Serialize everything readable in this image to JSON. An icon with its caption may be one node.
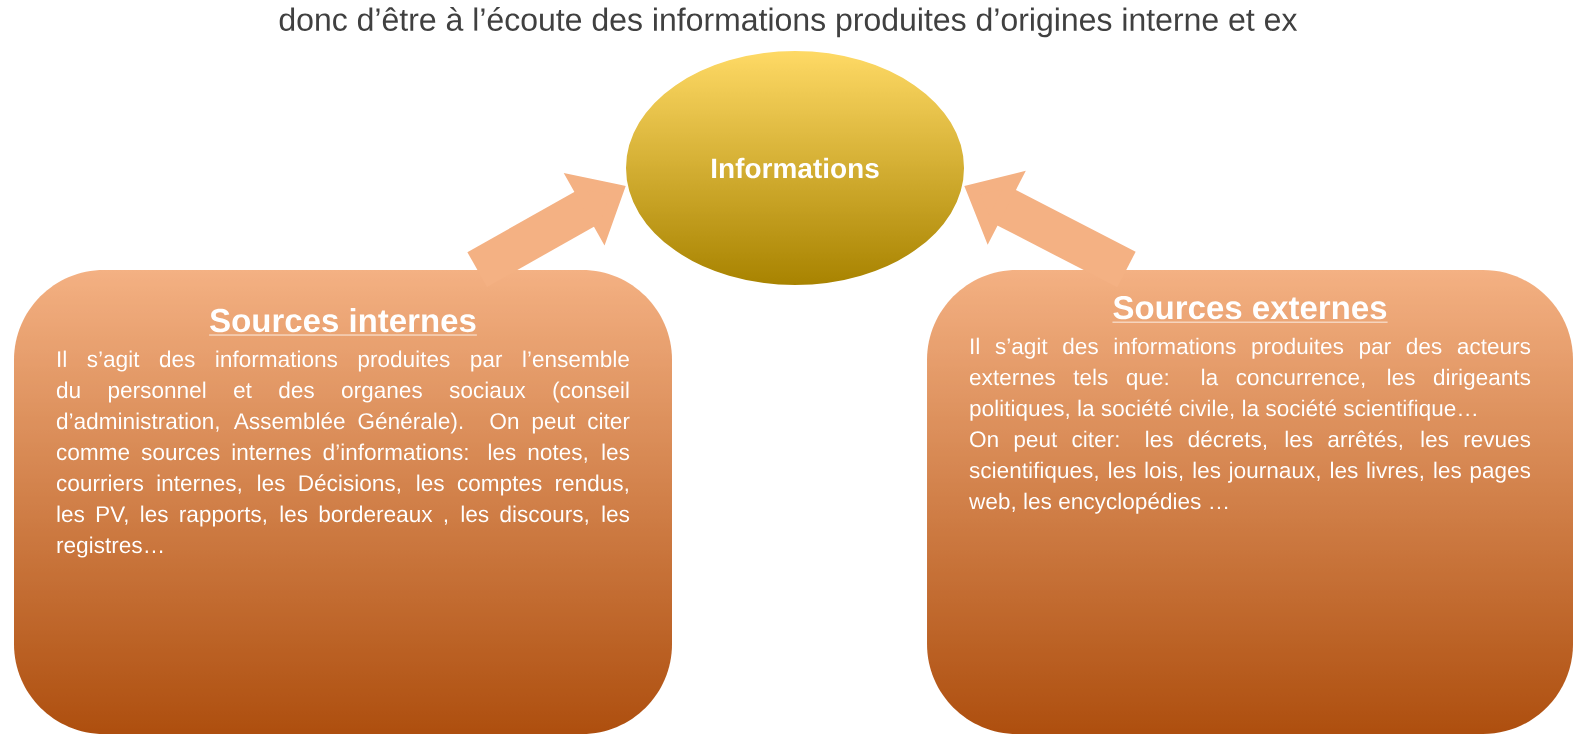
{
  "diagram": {
    "nodes": [
      {
        "text": [
          "Informations"
        ]
      },
      {
        "text": [
          "Sources internes",
          "Il s’agit des informations produites par l’ensemble du personnel et des organes sociaux (conseil d’administration, Assemblée Générale). On peut citer comme sources internes d’informations: les notes, les courriers internes, les Décisions, les comptes rendus, les PV, les rapports, les bordereaux , les discours, les registres…"
        ]
      },
      {
        "text": [
          "Sources externes",
          "Il s’agit des informations produites par des acteurs externes tels que: la concurrence, les dirigeants politiques, la société civile, la société scientifique…",
          "On peut citer: les décrets, les arrêtés, les revues scientifiques, les lois, les journaux, les livres, les pages web, les encyclopédies …"
        ]
      }
    ],
    "edges": [
      {
        "from": 1,
        "to": 0,
        "arrow": "to"
      },
      {
        "from": 2,
        "to": 0,
        "arrow": "to"
      }
    ],
    "labels": [
      "donc d’être à l’écoute des informations produites d’origines interne et ex"
    ]
  }
}
